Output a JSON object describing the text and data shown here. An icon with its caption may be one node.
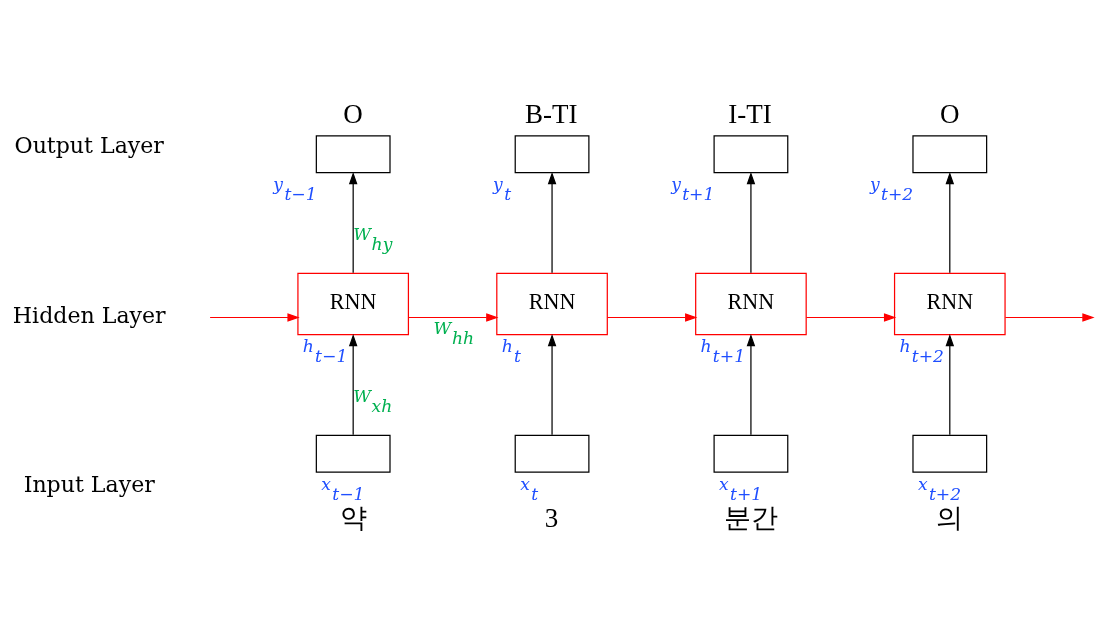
{
  "diagram": {
    "nodes": [
      {
        "text": [
          "O"
        ],
        "beside": [
          "y$_{t−1}$"
        ]
      },
      {
        "text": [
          "B-TI"
        ],
        "beside": [
          "y$_{t}$"
        ]
      },
      {
        "text": [
          "I-TI"
        ],
        "beside": [
          "y$_{t+1}$"
        ]
      },
      {
        "text": [
          "O"
        ],
        "beside": [
          "y$_{t+2}$"
        ]
      },
      {
        "text": [
          "RNN"
        ],
        "beside": [
          "h$_{t−1}$"
        ]
      },
      {
        "text": [
          "RNN"
        ],
        "beside": [
          "h$_{t}$"
        ]
      },
      {
        "text": [
          "RNN"
        ],
        "beside": [
          "h$_{t+1}$"
        ]
      },
      {
        "text": [
          "RNN"
        ],
        "beside": [
          "h$_{t+2}$"
        ]
      },
      {
        "text": [
          "약"
        ],
        "beside": [
          "x$_{t−1}$"
        ]
      },
      {
        "text": [
          "3"
        ],
        "beside": [
          "x$_{t}$"
        ]
      },
      {
        "text": [
          "분간"
        ],
        "beside": [
          "x$_{t+1}$"
        ]
      },
      {
        "text": [
          "의"
        ],
        "beside": [
          "x$_{t+2}$"
        ]
      }
    ],
    "edges": [
      {
        "from": 8,
        "to": 4,
        "arrow": "to",
        "label": "W$_{xh}$"
      },
      {
        "from": 9,
        "to": 5,
        "arrow": "to"
      },
      {
        "from": 10,
        "to": 6,
        "arrow": "to"
      },
      {
        "from": 11,
        "to": 7,
        "arrow": "to"
      },
      {
        "from": 4,
        "to": 0,
        "arrow": "to",
        "label": "W$_{hy}$"
      },
      {
        "from": 5,
        "to": 1,
        "arrow": "to"
      },
      {
        "from": 6,
        "to": 2,
        "arrow": "to"
      },
      {
        "from": 7,
        "to": 3,
        "arrow": "to"
      },
      {
        "from": null,
        "to": 4,
        "arrow": "to",
        "color": "#ff0000"
      },
      {
        "from": 4,
        "to": 5,
        "arrow": "to",
        "label": "W$_{hh}$",
        "color": "#ff0000"
      },
      {
        "from": 5,
        "to": 6,
        "arrow": "to",
        "color": "#ff0000"
      },
      {
        "from": 6,
        "to": 7,
        "arrow": "to",
        "color": "#ff0000"
      },
      {
        "from": 7,
        "to": null,
        "arrow": "to",
        "color": "#ff0000"
      }
    ],
    "labels": [
      "Output Layer",
      "Hidden Layer",
      "Input Layer"
    ]
  }
}
